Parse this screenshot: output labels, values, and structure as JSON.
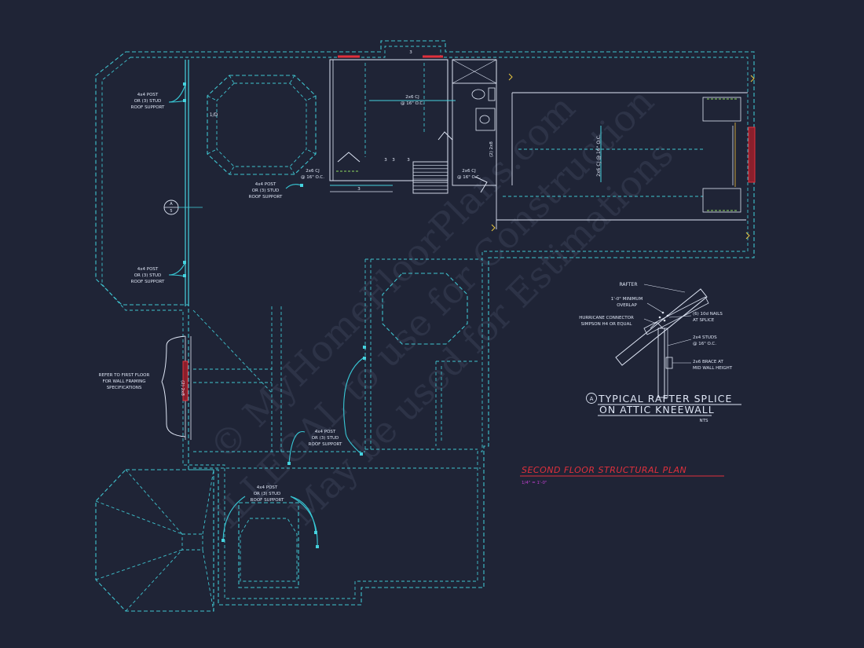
{
  "plan": {
    "title": "SECOND FLOOR STRUCTURAL PLAN",
    "scale": "1/4\" = 1'-0\""
  },
  "callouts": {
    "post_support": [
      "4x4 POST",
      "OR (3) STUD",
      "ROOF SUPPORT"
    ],
    "refer_note": [
      "REFER TO FIRST FLOOR",
      "FOR WALL FRAMING",
      "SPECIFICATIONS"
    ],
    "ceiling_joist_label": "2x6 CJ",
    "ceiling_joist_spacing": "@ 16\" O.C.",
    "ceiling_joist_vertical": "2x6 CJ @ 16\" O.C.",
    "header_label": "(2) 2x8",
    "bay_label": "1/D",
    "section_tag_letter": "A",
    "section_tag_sheet": "5",
    "dim_mark": "3"
  },
  "detail": {
    "title_line1": "TYPICAL RAFTER SPLICE",
    "title_line2": "ON ATTIC KNEEWALL",
    "tag": "A",
    "scale": "NTS",
    "labels": {
      "rafter": "RAFTER",
      "overlap_1": "1'-0\" MINIMUM",
      "overlap_2": "OVERLAP",
      "connector_1": "HURRICANE CONNECTOR",
      "connector_2": "SIMPSON H4 OR EQUAL",
      "nails_1": "(6) 10d NAILS",
      "nails_2": "AT SPLICE",
      "studs_1": "2x4 STUDS",
      "studs_2": "@ 16\" O.C.",
      "brace_1": "2x6 BRACE AT",
      "brace_2": "MID WALL HEIGHT"
    }
  },
  "watermark": {
    "line1": "© MyHomeFloorPlans.com",
    "line2": "ILLEGAL to use for Construction",
    "line3": "May be used for Estimations"
  },
  "colors": {
    "background": "#1f2436",
    "wall": "#3fc3cf",
    "title": "#e0303c",
    "scale": "#c040d0",
    "text": "#dfe6f5"
  }
}
